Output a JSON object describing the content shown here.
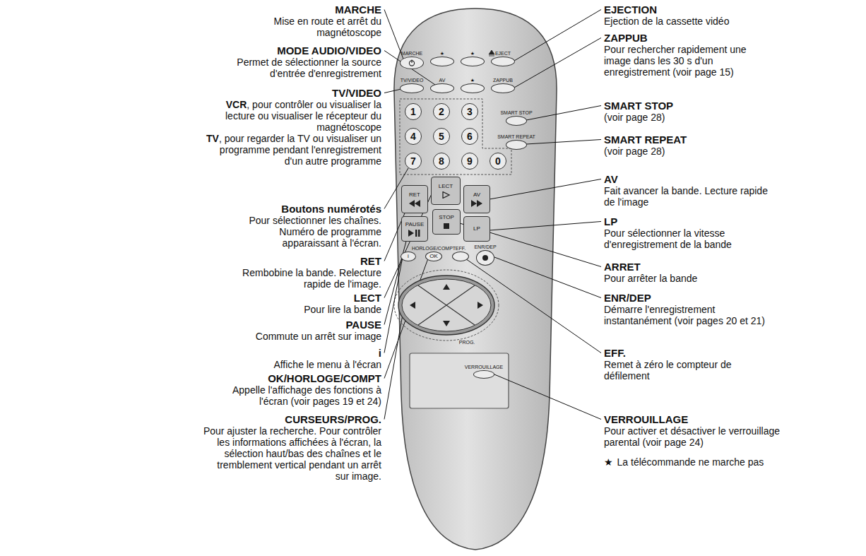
{
  "diagram": {
    "nodes": [
      {
        "text": [
          "MARCHE"
        ]
      },
      {
        "text": [
          "★"
        ]
      },
      {
        "text": [
          "★"
        ]
      },
      {
        "text": [
          "EJECT"
        ]
      },
      {
        "text": [
          "TV/VIDEO"
        ]
      },
      {
        "text": [
          "AV"
        ]
      },
      {
        "text": [
          "★"
        ]
      },
      {
        "text": [
          "ZAPPUB"
        ]
      },
      {
        "text": [
          "1"
        ]
      },
      {
        "text": [
          "2"
        ]
      },
      {
        "text": [
          "3"
        ]
      },
      {
        "text": [
          "4"
        ]
      },
      {
        "text": [
          "5"
        ]
      },
      {
        "text": [
          "6"
        ]
      },
      {
        "text": [
          "7"
        ]
      },
      {
        "text": [
          "8"
        ]
      },
      {
        "text": [
          "9"
        ]
      },
      {
        "text": [
          "0"
        ]
      },
      {
        "text": [
          "SMART STOP"
        ]
      },
      {
        "text": [
          "SMART REPEAT"
        ]
      },
      {
        "text": [
          "RET"
        ]
      },
      {
        "text": [
          "LECT"
        ]
      },
      {
        "text": [
          "AV"
        ]
      },
      {
        "text": [
          "PAUSE"
        ]
      },
      {
        "text": [
          "STOP"
        ]
      },
      {
        "text": [
          "LP"
        ]
      },
      {
        "text": [
          "i"
        ]
      },
      {
        "text": [
          "HORLOGE/COMPT",
          "OK"
        ]
      },
      {
        "text": [
          "EFF."
        ]
      },
      {
        "text": [
          "ENR/DEP"
        ]
      },
      {
        "text": [
          "PROG."
        ]
      },
      {
        "text": [
          "VERROUILLAGE"
        ]
      }
    ],
    "labels": [
      "MARCHE",
      "Mise en route et arrêt du magnétoscope",
      "MODE AUDIO/VIDEO",
      "Permet de sélectionner la source d'entrée d'enregistrement",
      "TV/VIDEO",
      "VCR",
      ", pour contrôler ou visualiser la lecture ou visualiser le récepteur du magnétoscope",
      "TV",
      ", pour regarder la TV ou visualiser un programme pendant l'enregistrement d'un autre programme",
      "Boutons numérotés",
      "Pour sélectionner les chaînes. Numéro de programme apparaissant à l'écran.",
      "RET",
      "Rembobine la bande. Relecture rapide de l'image.",
      "LECT",
      "Pour lire la bande",
      "PAUSE",
      "Commute un arrêt sur image",
      "i",
      "Affiche le menu à l'écran",
      "OK/HORLOGE/COMPT",
      "Appelle l'affichage des fonctions à l'écran (voir pages 19 et 24)",
      "CURSEURS/PROG.",
      "Pour ajuster la recherche. Pour contrôler les informations affichées à l'écran, la sélection haut/bas des chaînes et le tremblement vertical pendant un arrêt sur image.",
      "EJECTION",
      "Ejection de la cassette vidéo",
      "ZAPPUB",
      "Pour rechercher rapidement une image dans les 30 s d'un enregistrement (voir page 15)",
      "SMART STOP",
      "(voir page 28)",
      "SMART REPEAT",
      "(voir page 28)",
      "AV",
      "Fait avancer la bande. Lecture rapide de l'image",
      "LP",
      "Pour sélectionner la vitesse d'enregistrement de la bande",
      "ARRET",
      "Pour arrêter la bande",
      "ENR/DEP",
      "Démarre l'enregistrement instantanément (voir pages 20 et 21)",
      "EFF.",
      "Remet à zéro le compteur de défilement",
      "VERROUILLAGE",
      "Pour activer et désactiver le verrouillage parental (voir page 24)",
      "★",
      "La télécommande ne marche pas"
    ]
  }
}
